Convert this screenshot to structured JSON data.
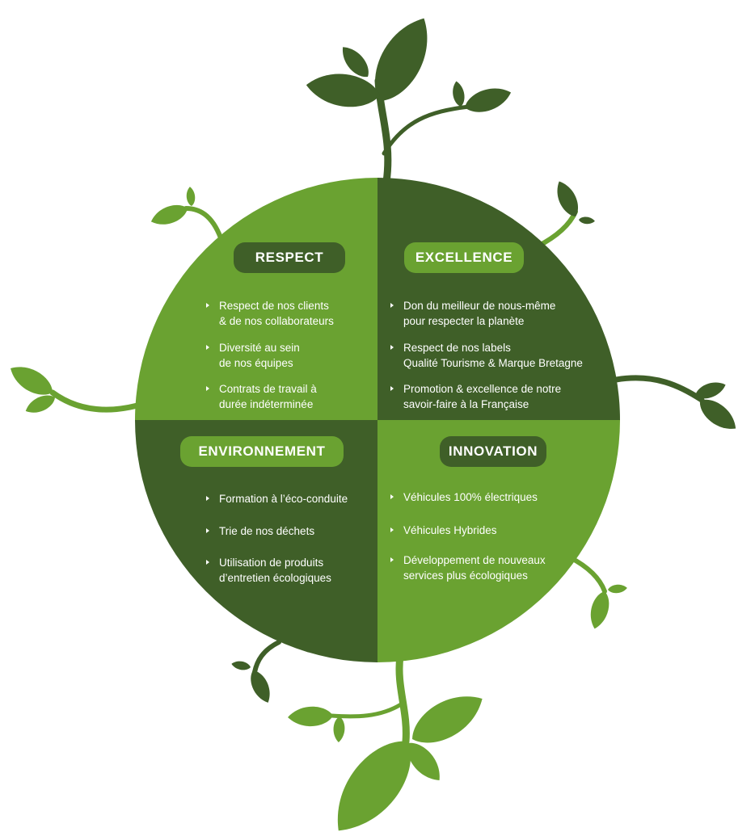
{
  "colors": {
    "light_green": "#6aa231",
    "dark_green": "#3f5f28",
    "text": "#ffffff"
  },
  "quadrants": {
    "respect": {
      "title": "RESPECT",
      "items": [
        {
          "line1": "Respect de nos clients",
          "line2": "& de nos collaborateurs"
        },
        {
          "line1": "Diversité au sein",
          "line2": "de nos équipes"
        },
        {
          "line1": "Contrats de travail à",
          "line2": "durée indéterminée"
        }
      ]
    },
    "excellence": {
      "title": "EXCELLENCE",
      "items": [
        {
          "line1": "Don du meilleur de nous-même",
          "line2": "pour respecter la planète"
        },
        {
          "line1": "Respect de nos labels",
          "line2": "Qualité Tourisme & Marque Bretagne"
        },
        {
          "line1": "Promotion & excellence de notre",
          "line2": "savoir-faire à la Française"
        }
      ]
    },
    "environnement": {
      "title": "ENVIRONNEMENT",
      "items": [
        {
          "line1": "Formation à l’éco-conduite",
          "line2": ""
        },
        {
          "line1": "Trie de nos déchets",
          "line2": ""
        },
        {
          "line1": "Utilisation de produits",
          "line2": "d’entretien écologiques"
        }
      ]
    },
    "innovation": {
      "title": "INNOVATION",
      "items": [
        {
          "line1": "Véhicules 100% électriques",
          "line2": ""
        },
        {
          "line1": "Véhicules Hybrides",
          "line2": ""
        },
        {
          "line1": "Développement de nouveaux",
          "line2": "services plus écologiques"
        }
      ]
    }
  }
}
